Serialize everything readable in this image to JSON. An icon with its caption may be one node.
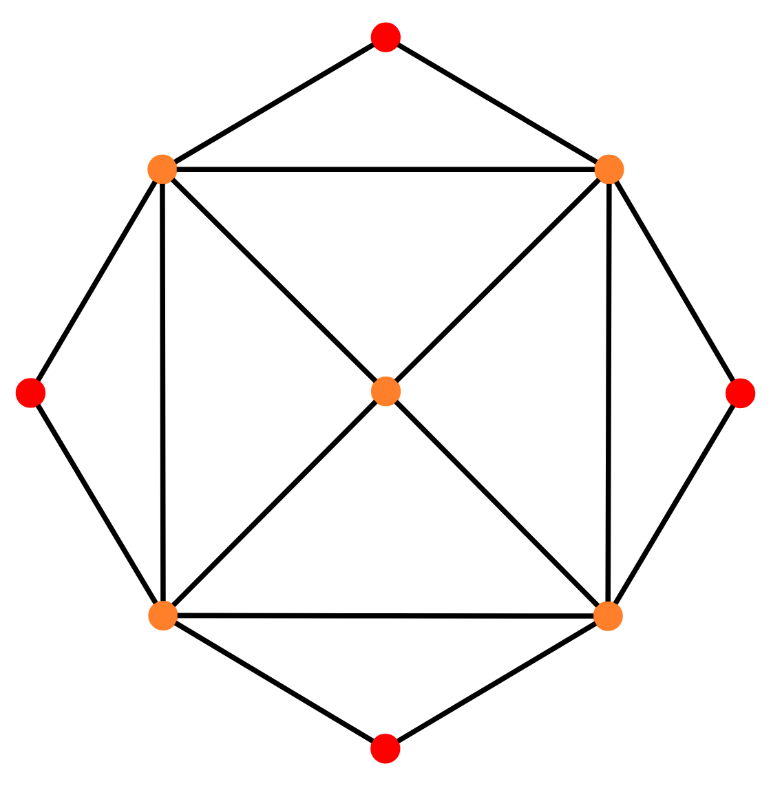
{
  "diagram": {
    "nodes": [
      {
        "text": [],
        "shape": "circle"
      },
      {
        "text": [],
        "shape": "circle"
      },
      {
        "text": [],
        "shape": "circle"
      },
      {
        "text": [],
        "shape": "circle"
      },
      {
        "text": [],
        "shape": "circle"
      },
      {
        "text": [],
        "shape": "circle"
      },
      {
        "text": [],
        "shape": "circle"
      },
      {
        "text": [],
        "shape": "circle"
      },
      {
        "text": [],
        "shape": "circle"
      }
    ],
    "edges": [
      {
        "from": 0,
        "to": 1,
        "arrow": "none"
      },
      {
        "from": 0,
        "to": 2,
        "arrow": "none"
      },
      {
        "from": 1,
        "to": 2,
        "arrow": "none"
      },
      {
        "from": 1,
        "to": 3,
        "arrow": "none"
      },
      {
        "from": 1,
        "to": 4,
        "arrow": "none"
      },
      {
        "from": 1,
        "to": 6,
        "arrow": "none"
      },
      {
        "from": 2,
        "to": 4,
        "arrow": "none"
      },
      {
        "from": 2,
        "to": 5,
        "arrow": "none"
      },
      {
        "from": 2,
        "to": 7,
        "arrow": "none"
      },
      {
        "from": 3,
        "to": 6,
        "arrow": "none"
      },
      {
        "from": 4,
        "to": 6,
        "arrow": "none"
      },
      {
        "from": 4,
        "to": 7,
        "arrow": "none"
      },
      {
        "from": 5,
        "to": 7,
        "arrow": "none"
      },
      {
        "from": 6,
        "to": 7,
        "arrow": "none"
      },
      {
        "from": 6,
        "to": 8,
        "arrow": "none"
      },
      {
        "from": 7,
        "to": 8,
        "arrow": "none"
      }
    ]
  }
}
